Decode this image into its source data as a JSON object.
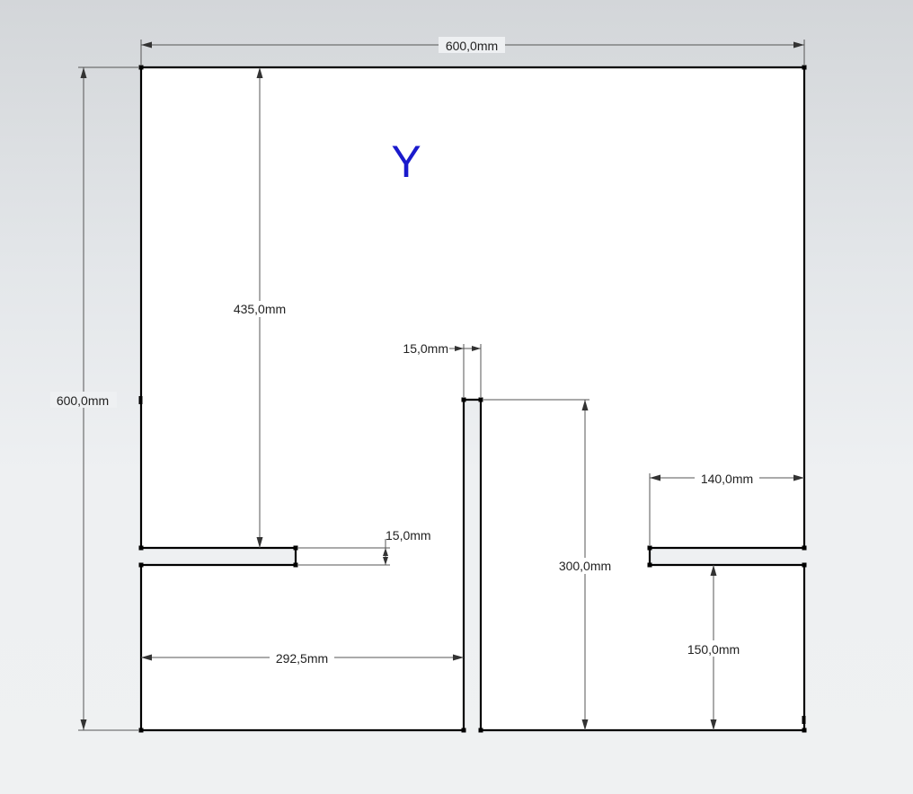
{
  "part_label": "Y",
  "colors": {
    "label": "#1a1acc",
    "outline": "#000000",
    "dimension": "#555555",
    "background_top": "#d3d6d9",
    "background_bottom": "#eff1f2"
  },
  "dimensions": {
    "overall_width": "600,0mm",
    "overall_height": "600,0mm",
    "left_top_height": "435,0mm",
    "center_slot_width": "15,0mm",
    "left_slot_height": "15,0mm",
    "left_bottom_width": "292,5mm",
    "center_slot_depth": "300,0mm",
    "right_slot_length": "140,0mm",
    "right_bottom_height": "150,0mm"
  }
}
